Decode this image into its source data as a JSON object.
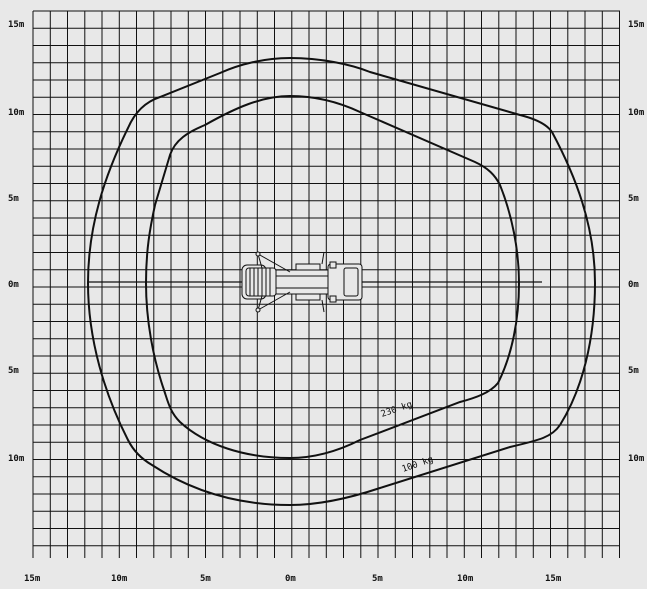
{
  "diagram": {
    "left_labels": [
      "15m",
      "10m",
      "5m",
      "0m",
      "5m",
      "10m"
    ],
    "right_labels": [
      "15m",
      "10m",
      "5m",
      "0m",
      "5m",
      "10m"
    ],
    "bottom_labels": [
      "15m",
      "10m",
      "5m",
      "0m",
      "5m",
      "10m",
      "15m"
    ],
    "outer_curve_label": "100 kg",
    "inner_curve_label": "230 kg",
    "colors": {
      "background": "#e8e8e8",
      "grid": "#111111",
      "curve": "#111111"
    }
  }
}
